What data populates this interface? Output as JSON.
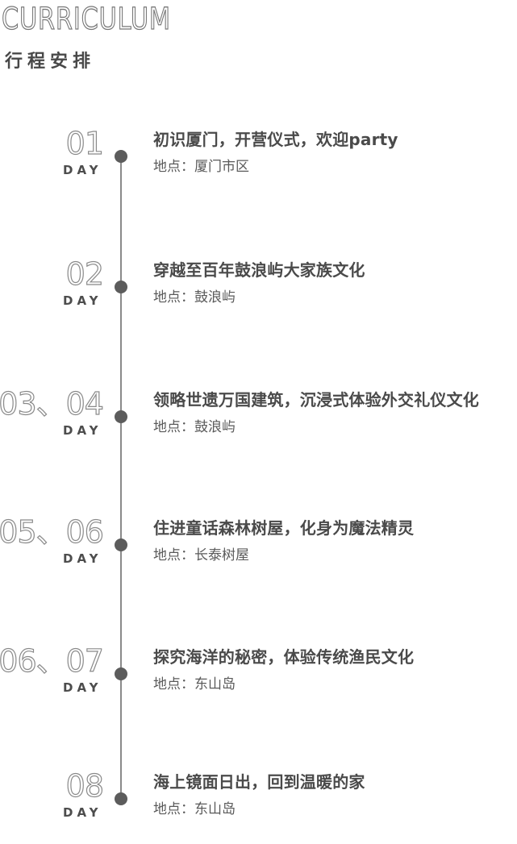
{
  "header": {
    "title_en": "CURRICULUM",
    "title_cn": "行程安排"
  },
  "schedule": [
    {
      "day": "01",
      "day_label": "DAY",
      "event": "初识厦门，开营仪式，欢迎party",
      "location": "地点：厦门市区"
    },
    {
      "day": "02",
      "day_label": "DAY",
      "event": "穿越至百年鼓浪屿大家族文化",
      "location": "地点：鼓浪屿"
    },
    {
      "day": "03、04",
      "day_label": "DAY",
      "event": "领略世遗万国建筑，沉浸式体验外交礼仪文化",
      "location": "地点：鼓浪屿"
    },
    {
      "day": "05、06",
      "day_label": "DAY",
      "event": "住进童话森林树屋，化身为魔法精灵",
      "location": "地点：长泰树屋"
    },
    {
      "day": "06、07",
      "day_label": "DAY",
      "event": "探究海洋的秘密，体验传统渔民文化",
      "location": "地点：东山岛"
    },
    {
      "day": "08",
      "day_label": "DAY",
      "event": "海上镜面日出，回到温暖的家",
      "location": "地点：东山岛"
    }
  ]
}
